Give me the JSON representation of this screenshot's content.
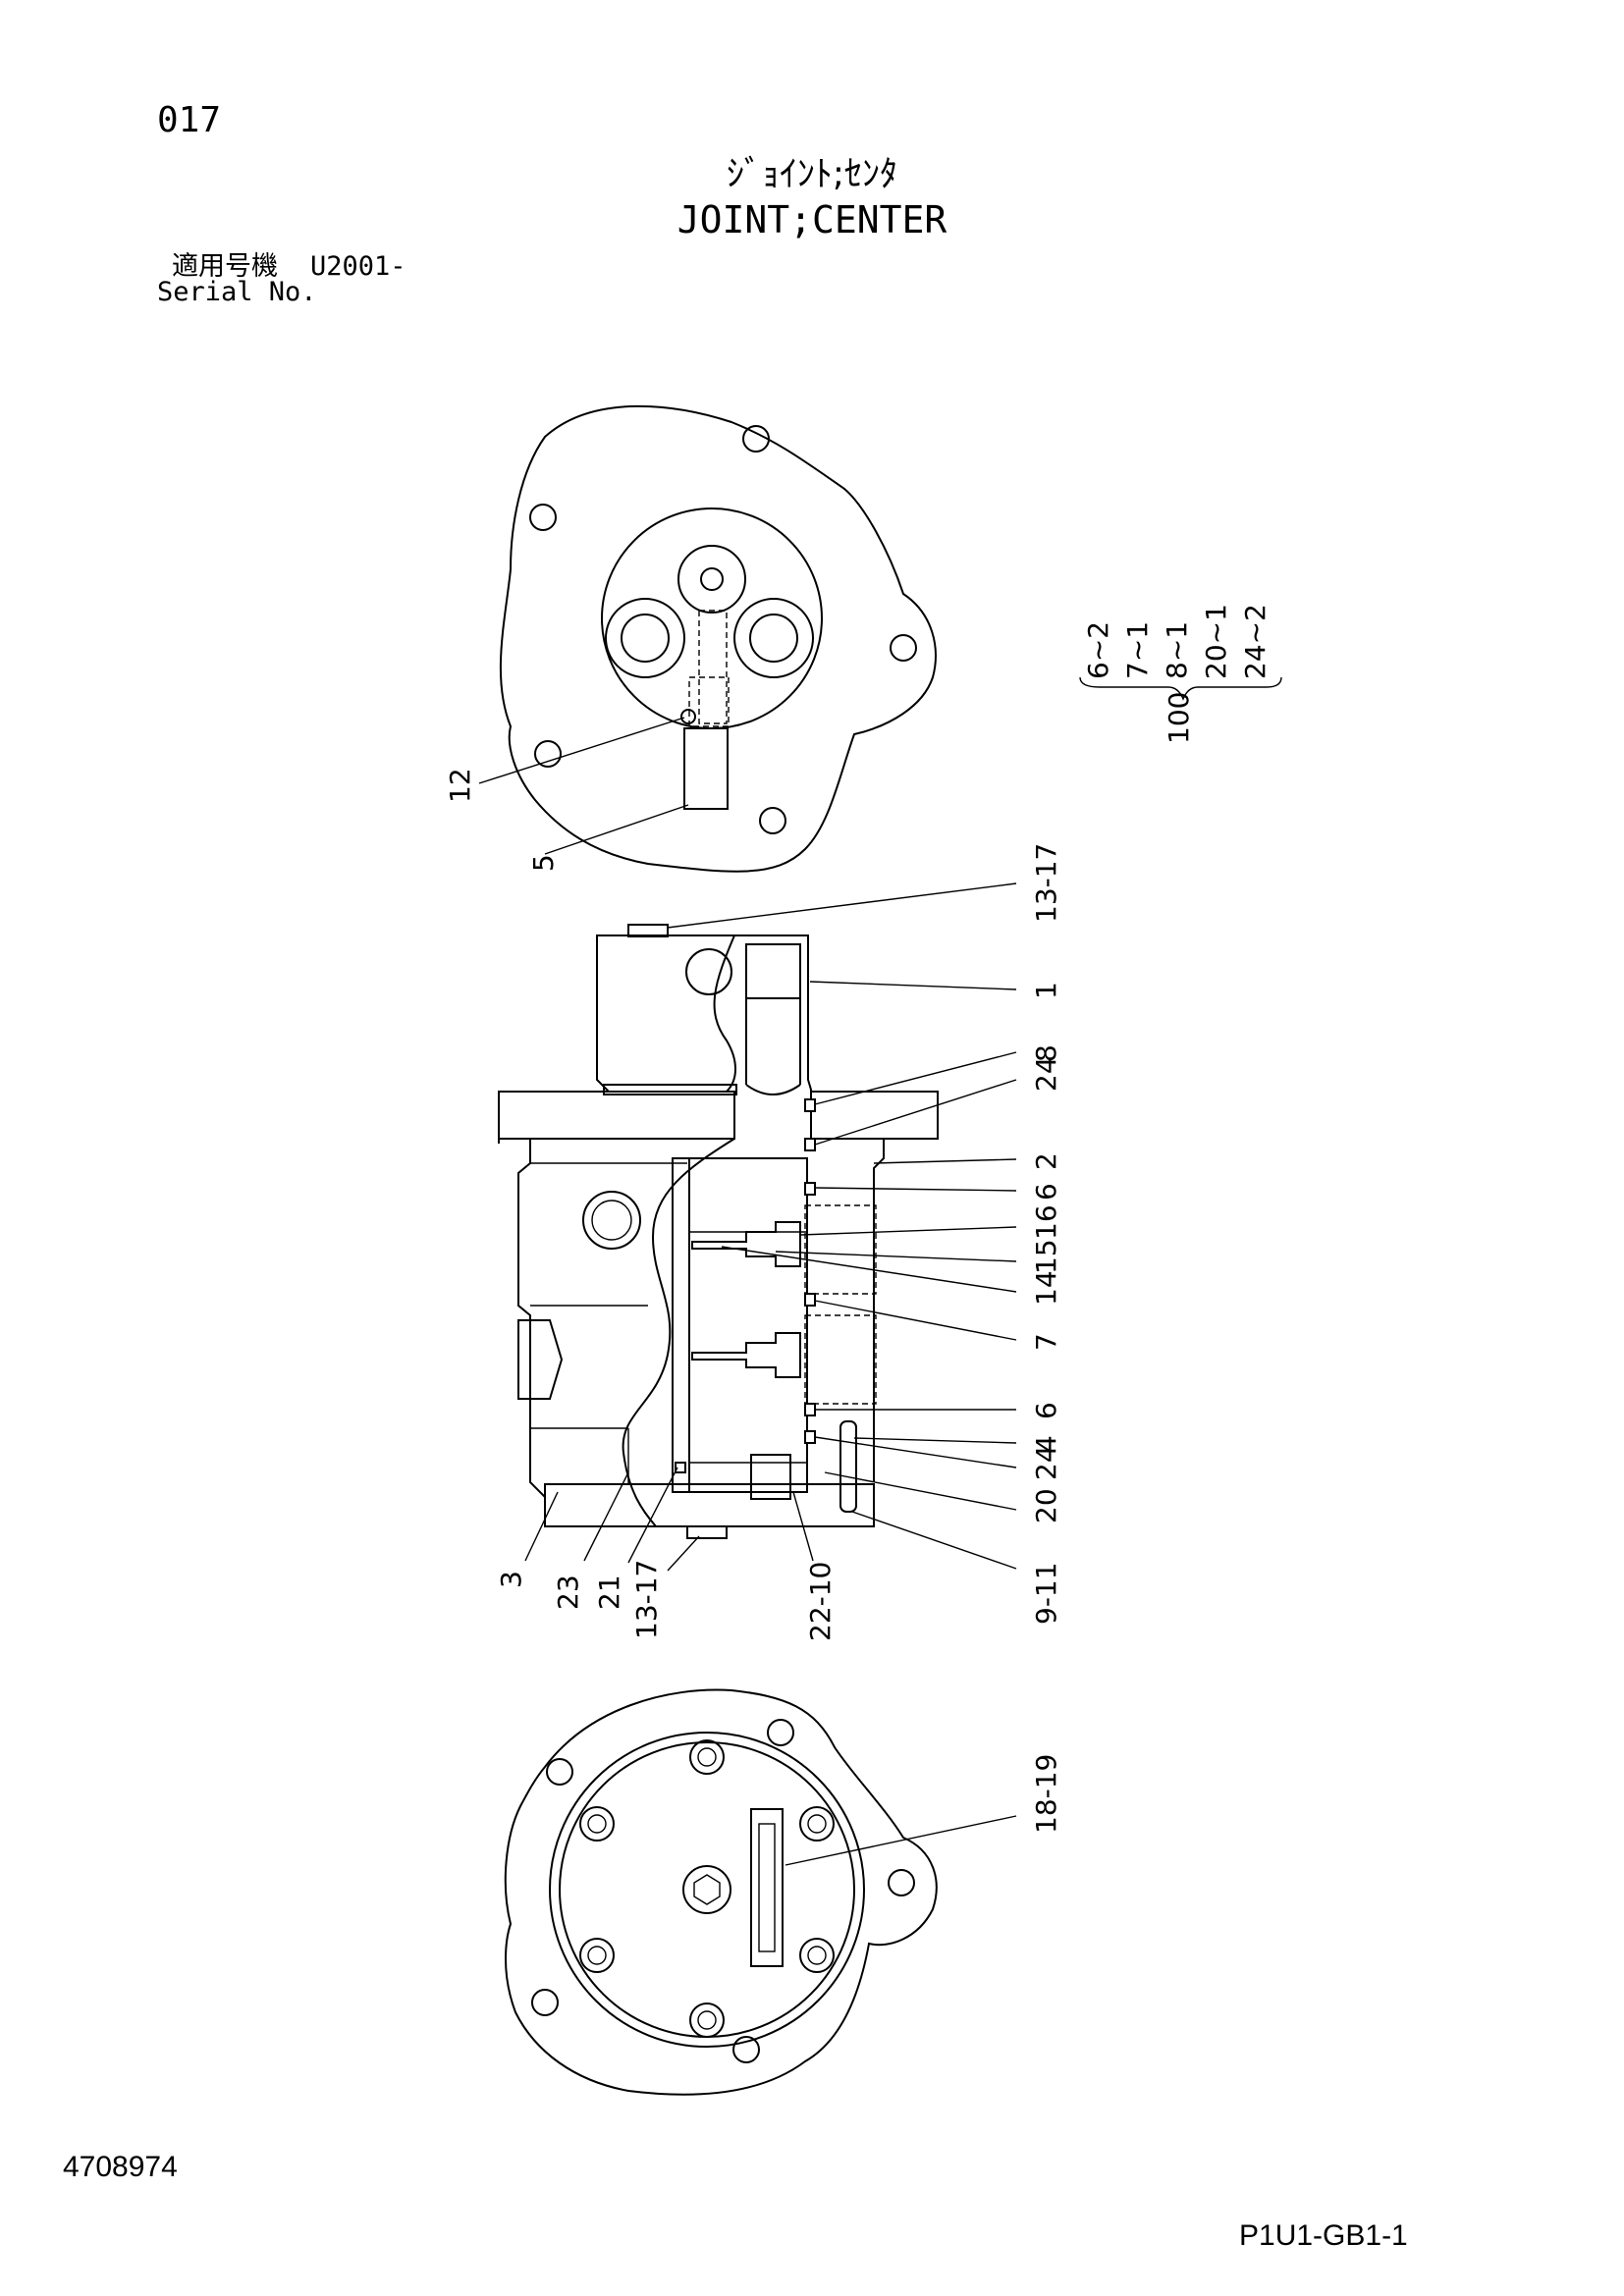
{
  "header": {
    "page_number": "017",
    "title_jp": "ｼﾞｮｲﾝﾄ;ｾﾝﾀ",
    "title_en": "JOINT;CENTER",
    "serial_label_jp": "適用号機",
    "serial_value": "U2001-",
    "serial_label_en": "Serial No."
  },
  "kit": {
    "number": "100",
    "items": [
      "6~2",
      "7~1",
      "8~1",
      "20~1",
      "24~2"
    ]
  },
  "callouts": {
    "top_view": [
      "12",
      "5"
    ],
    "side_right": [
      "13-17",
      "8",
      "1",
      "24",
      "2",
      "6",
      "16",
      "15",
      "14",
      "7",
      "6",
      "4",
      "24",
      "20",
      "9-11"
    ],
    "side_bottom": [
      "3",
      "23",
      "21",
      "13-17",
      "22-10"
    ],
    "bottom_view": [
      "18-19"
    ]
  },
  "footer": {
    "document_number": "4708974",
    "sheet_code": "P1U1-GB1-1"
  }
}
